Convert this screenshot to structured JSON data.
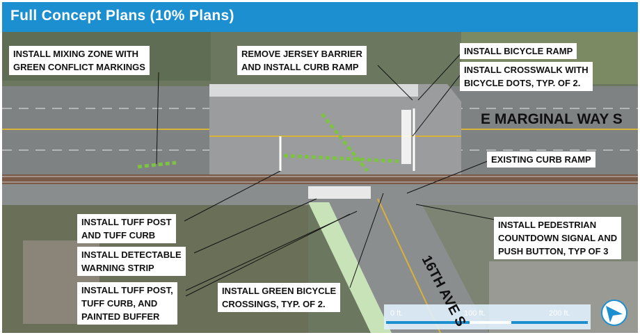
{
  "header": {
    "title": "Full Concept Plans (10% Plans)"
  },
  "streets": {
    "marginal": "E MARGINAL WAY S",
    "sixteenth": "16TH AVE S"
  },
  "callouts": {
    "mixing_zone_1": "INSTALL MIXING ZONE WITH",
    "mixing_zone_2": "GREEN CONFLICT MARKINGS",
    "jersey_1": "REMOVE JERSEY BARRIER",
    "jersey_2": "AND INSTALL CURB RAMP",
    "bike_ramp": "INSTALL BICYCLE RAMP",
    "crosswalk_1": "INSTALL CROSSWALK WITH",
    "crosswalk_2": "BICYCLE DOTS, TYP. OF 2.",
    "existing_ramp": "EXISTING CURB RAMP",
    "tuff_post_1": "INSTALL TUFF POST",
    "tuff_post_2": "AND TUFF CURB",
    "detectable_1": "INSTALL DETECTABLE",
    "detectable_2": "WARNING STRIP",
    "buffer_1": "INSTALL TUFF POST,",
    "buffer_2": "TUFF CURB, AND",
    "buffer_3": "PAINTED BUFFER",
    "green_crossing_1": "INSTALL  GREEN BICYCLE",
    "green_crossing_2": "CROSSINGS,  TYP. OF 2.",
    "pedestrian_1": "INSTALL PEDESTRIAN",
    "pedestrian_2": "COUNTDOWN SIGNAL AND",
    "pedestrian_3": "PUSH BUTTON, TYP OF 3"
  },
  "scale": {
    "label_0": "0 ft.",
    "label_100": "100 ft.",
    "label_200": "200 ft."
  },
  "colors": {
    "header": "#1b8fcf",
    "bike_green": "#7dc242",
    "scale_blue": "#1b8fcf"
  }
}
